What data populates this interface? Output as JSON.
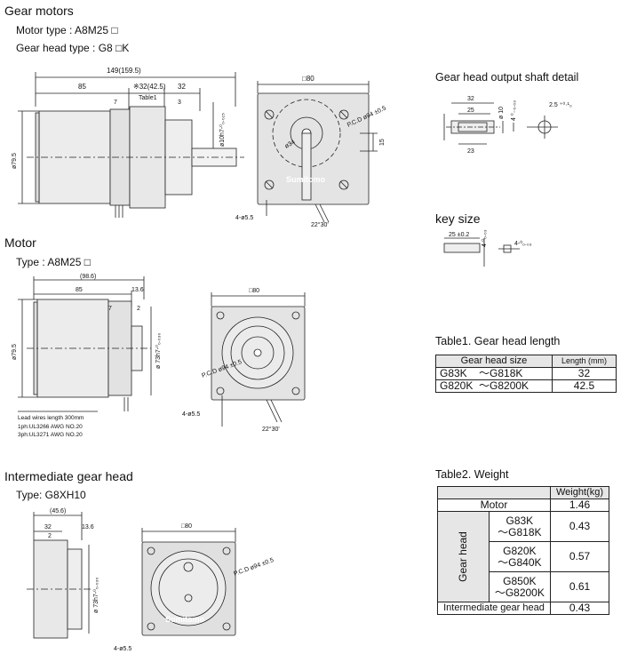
{
  "gear_motors": {
    "title": "Gear motors",
    "motor_type": "Motor type : A8M25 □",
    "gear_head_type": "Gear head type : G8 □K",
    "dims": {
      "overall": "149(159.5)",
      "len85": "85",
      "len32b": "※32(42.5)",
      "table1": "Table1",
      "len32": "32",
      "d7": "7",
      "d3": "3",
      "shaft": "ø10h7-⁰₀.₀₁₅",
      "body_dia": "ø79.5",
      "sq80": "□80",
      "pcd": "P.C.D ø94 ±0.5",
      "d34": "ø34",
      "d15": "15",
      "holes": "4-ø5.5",
      "angle": "22°30'",
      "logo": "Sumitomo"
    }
  },
  "output_shaft": {
    "title": "Gear head output shaft detail",
    "d32": "32",
    "d25": "25",
    "d23": "23",
    "d10": "ø 10",
    "d4": "4 ⁰₋₀.₀₃",
    "d25b": "2.5 ⁺⁰·¹₀"
  },
  "key_size": {
    "title": "key size",
    "len": "25 ±0.2",
    "w1": "4-⁰₀.₀₃",
    "w2": "4-⁰₀.₀₃"
  },
  "motor": {
    "title": "Motor",
    "type": "Type : A8M25 □",
    "dims": {
      "overall": "(98.6)",
      "len85": "85",
      "d136": "13.6",
      "d7": "7",
      "d2": "2",
      "body_dia": "ø79.5",
      "shaft": "ø 73h7-⁰₀.₀₃₀",
      "sq80": "□80",
      "pcd": "P.C.D ø94 ±0.5",
      "holes": "4-ø5.5",
      "angle": "22°30'"
    },
    "notes": [
      "Lead wires length 300mm",
      "1ph:UL3266 AWG NO.20",
      "3ph:UL3271 AWG NO.20"
    ]
  },
  "intermediate": {
    "title": "Intermediate gear head",
    "type": "Type:  G8XH10",
    "dims": {
      "overall": "(45.6)",
      "d32": "32",
      "d2": "2",
      "d136": "13.6",
      "shaft": "ø 73h7-⁰₀.₀₃₀",
      "sq80": "□80",
      "pcd": "P.C.D ø94 ±0.5",
      "holes": "4-ø5.5",
      "logo": "Sumitomo"
    }
  },
  "table1": {
    "title": "Table1.  Gear head length",
    "headers": [
      "Gear head size",
      "Length (mm)"
    ],
    "rows": [
      {
        "from": "G83K",
        "to": "～G818K",
        "len": "32"
      },
      {
        "from": "G820K",
        "to": "～G8200K",
        "len": "42.5"
      }
    ]
  },
  "table2": {
    "title": "Table2.  Weight",
    "header": "Weight(kg)",
    "motor_label": "Motor",
    "motor_val": "1.46",
    "group_label": "Gear head",
    "rows": [
      {
        "a": "G83K",
        "b": "～G818K",
        "w": "0.43"
      },
      {
        "a": "G820K",
        "b": "～G840K",
        "w": "0.57"
      },
      {
        "a": "G850K",
        "b": "～G8200K",
        "w": "0.61"
      }
    ],
    "inter_label": "Intermediate gear head",
    "inter_val": "0.43"
  }
}
